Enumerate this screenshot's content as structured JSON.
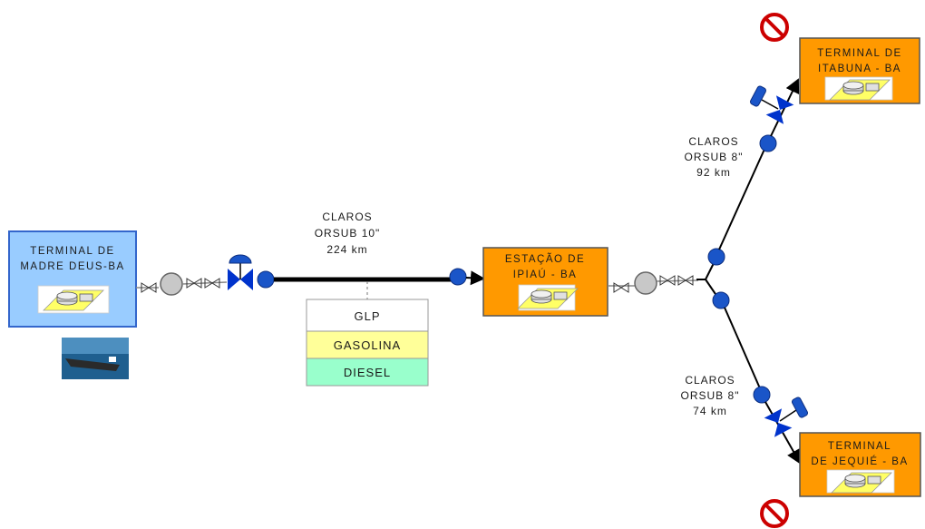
{
  "terminals": {
    "madre_deus": {
      "line1": "TERMINAL DE",
      "line2": "MADRE DEUS-BA"
    },
    "ipiau": {
      "line1": "ESTAÇÃO DE",
      "line2": "IPIAÚ - BA"
    },
    "itabuna": {
      "line1": "TERMINAL DE",
      "line2": "ITABUNA - BA"
    },
    "jequie": {
      "line1": "TERMINAL",
      "line2": "DE JEQUIÉ - BA"
    }
  },
  "pipelines": {
    "main": {
      "line1": "CLAROS",
      "line2": "ORSUB 10\"",
      "line3": "224 km"
    },
    "itabuna": {
      "line1": "CLAROS",
      "line2": "ORSUB 8\"",
      "line3": "92 km"
    },
    "jequie": {
      "line1": "CLAROS",
      "line2": "ORSUB 8\"",
      "line3": "74 km"
    }
  },
  "products": [
    {
      "label": "GLP",
      "color": "#ffffff"
    },
    {
      "label": "GASOLINA",
      "color": "#ffff99"
    },
    {
      "label": "DIESEL",
      "color": "#99ffcc"
    }
  ],
  "colors": {
    "madre_deus_fill": "#99ccff",
    "station_fill": "#ff9900",
    "valve_blue": "#0033cc",
    "pig_gray": "#c0c0c0",
    "no_entry_red": "#cc0000"
  },
  "icons": {
    "tank": "storage-tank-icon",
    "ship": "tanker-ship-icon",
    "no_entry": "no-entry-icon",
    "valve": "control-valve-icon",
    "pump": "pump-icon"
  }
}
